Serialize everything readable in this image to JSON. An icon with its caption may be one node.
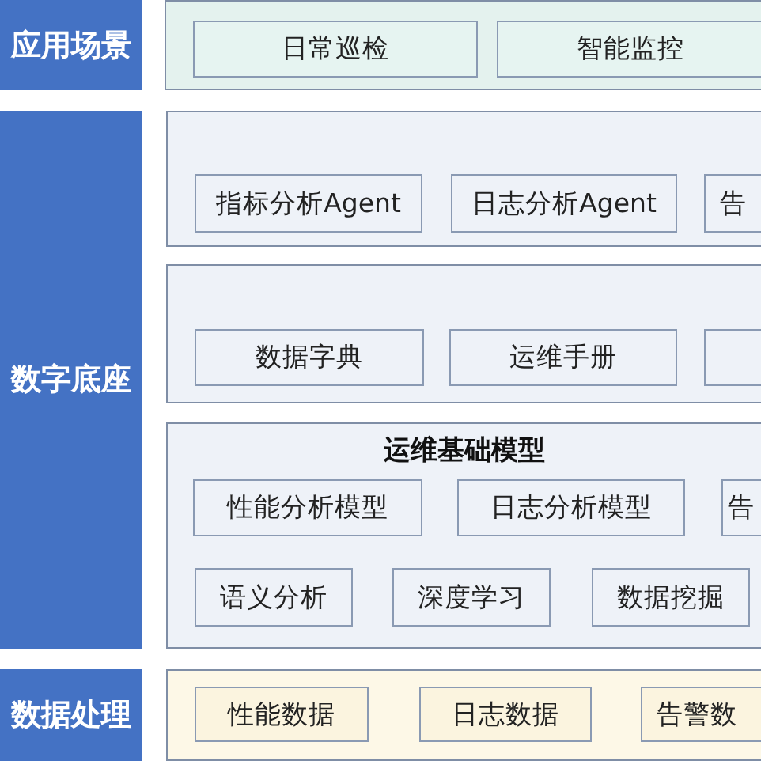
{
  "diagram": {
    "nodes": [
      {
        "text": [
          "应用场景"
        ]
      },
      {
        "text": [],
        "shape": "box"
      },
      {
        "text": [
          "日常巡检"
        ],
        "in": 1
      },
      {
        "text": [
          "智能监控"
        ],
        "in": 1
      },
      {
        "text": [
          "数字底座"
        ]
      },
      {
        "text": [],
        "shape": "box"
      },
      {
        "text": [
          "指标分析Agent"
        ],
        "in": 5
      },
      {
        "text": [
          "日志分析Agent"
        ],
        "in": 5
      },
      {
        "text": [
          "告"
        ],
        "in": 5
      },
      {
        "text": [],
        "shape": "box"
      },
      {
        "text": [
          "数据字典"
        ],
        "in": 9
      },
      {
        "text": [
          "运维手册"
        ],
        "in": 9
      },
      {
        "text": [],
        "shape": "box",
        "in": 9
      },
      {
        "text": [
          "运维基础模型"
        ]
      },
      {
        "text": [
          "性能分析模型"
        ],
        "in": 13
      },
      {
        "text": [
          "日志分析模型"
        ],
        "in": 13
      },
      {
        "text": [
          "告"
        ],
        "in": 13
      },
      {
        "text": [
          "语义分析"
        ],
        "in": 13
      },
      {
        "text": [
          "深度学习"
        ],
        "in": 13
      },
      {
        "text": [
          "数据挖掘"
        ],
        "in": 13
      },
      {
        "text": [
          "数据处理"
        ]
      },
      {
        "text": [],
        "shape": "box"
      },
      {
        "text": [
          "性能数据"
        ],
        "in": 21
      },
      {
        "text": [
          "日志数据"
        ],
        "in": 21
      },
      {
        "text": [
          "告警数"
        ],
        "in": 21
      }
    ]
  }
}
